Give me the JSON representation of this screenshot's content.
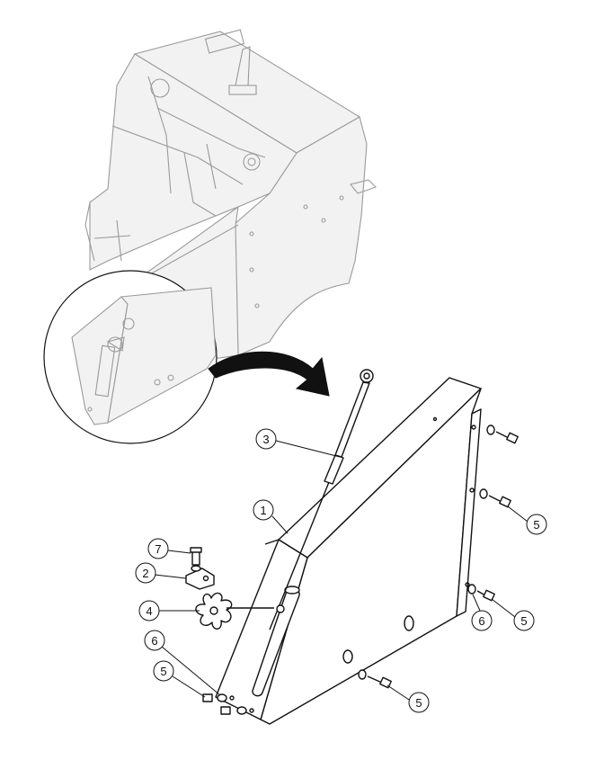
{
  "callouts": [
    {
      "id": "c1",
      "label": "1"
    },
    {
      "id": "c2",
      "label": "2"
    },
    {
      "id": "c3",
      "label": "3"
    },
    {
      "id": "c4",
      "label": "4"
    },
    {
      "id": "c5a",
      "label": "5"
    },
    {
      "id": "c5b",
      "label": "5"
    },
    {
      "id": "c5c",
      "label": "5"
    },
    {
      "id": "c5d",
      "label": "5"
    },
    {
      "id": "c6a",
      "label": "6"
    },
    {
      "id": "c6b",
      "label": "6"
    },
    {
      "id": "c7",
      "label": "7"
    }
  ],
  "colors": {
    "ghost_machine": "#9a9a9a",
    "line_art": "#111111",
    "arrow": "#111111",
    "background": "#ffffff"
  }
}
